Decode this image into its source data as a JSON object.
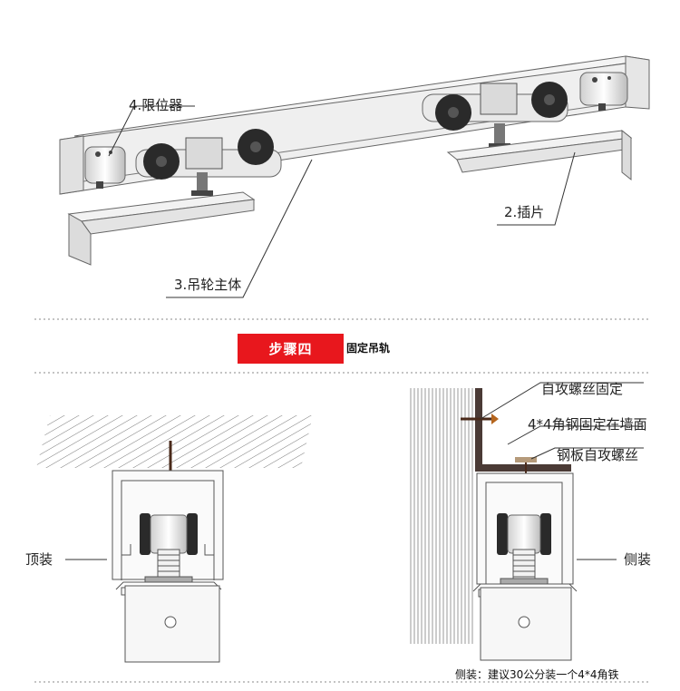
{
  "top_labels": {
    "stopper": "4.限位器",
    "insert": "2.插片",
    "wheel_body": "3.吊轮主体"
  },
  "step": {
    "badge": "步骤四",
    "title": "固定吊轨"
  },
  "left_view": {
    "label": "顶装"
  },
  "right_view": {
    "label": "侧装",
    "callouts": [
      "自攻螺丝固定",
      "4*4角钢固定在墙面",
      "钢板自攻螺丝"
    ],
    "note": "侧装：建议30公分装一个4*4角铁"
  },
  "colors": {
    "accent": "#e8171d",
    "line": "#555555",
    "wheel": "#2a2a2a",
    "angle_steel": "#4a3a35"
  }
}
